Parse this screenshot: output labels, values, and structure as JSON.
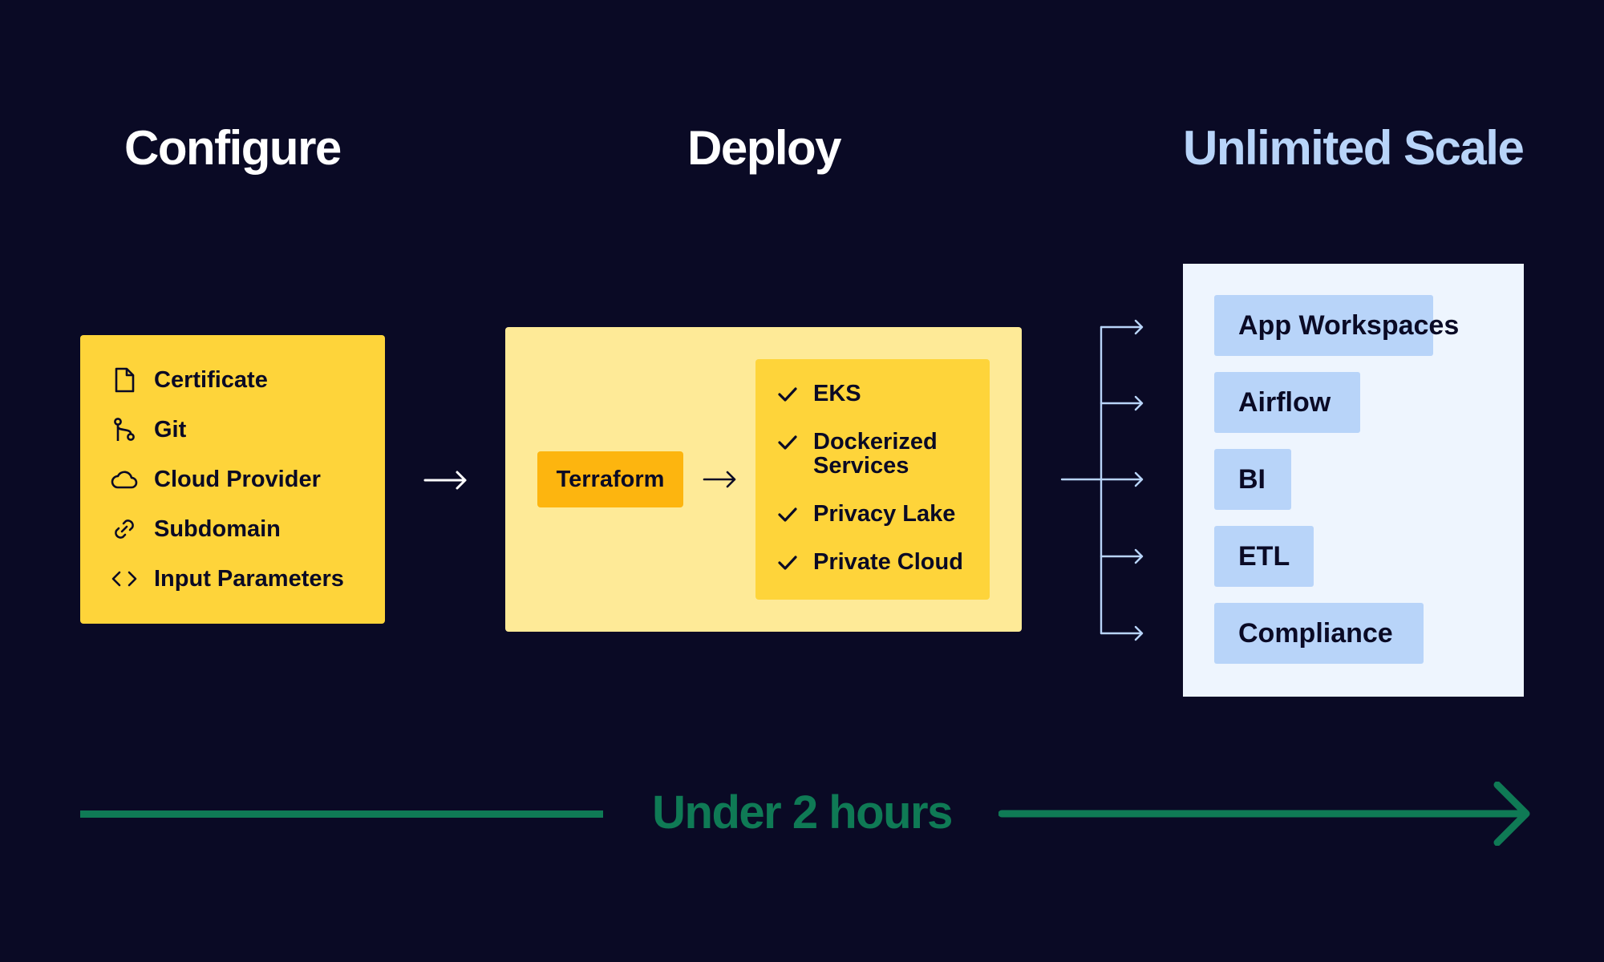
{
  "headings": {
    "configure": "Configure",
    "deploy": "Deploy",
    "scale": "Unlimited Scale"
  },
  "configure": {
    "items": [
      {
        "icon": "file-icon",
        "label": "Certificate"
      },
      {
        "icon": "git-branch-icon",
        "label": "Git"
      },
      {
        "icon": "cloud-icon",
        "label": "Cloud Provider"
      },
      {
        "icon": "link-icon",
        "label": "Subdomain"
      },
      {
        "icon": "code-icon",
        "label": "Input Parameters"
      }
    ]
  },
  "deploy": {
    "tool": "Terraform",
    "services": [
      {
        "icon": "check-icon",
        "label": "EKS"
      },
      {
        "icon": "check-icon",
        "label": "Dockerized Services"
      },
      {
        "icon": "check-icon",
        "label": "Privacy Lake"
      },
      {
        "icon": "check-icon",
        "label": "Private Cloud"
      }
    ]
  },
  "scale": {
    "apps": [
      "App Workspaces",
      "Airflow",
      "BI",
      "ETL",
      "Compliance"
    ]
  },
  "timeline": {
    "label": "Under 2 hours"
  },
  "colors": {
    "background": "#0a0a25",
    "yellow": "#fed43a",
    "light_yellow": "#feea97",
    "orange": "#fdb50f",
    "light_blue": "#b8d4f9",
    "pale_blue": "#eef5fe",
    "green": "#0f7a55"
  }
}
